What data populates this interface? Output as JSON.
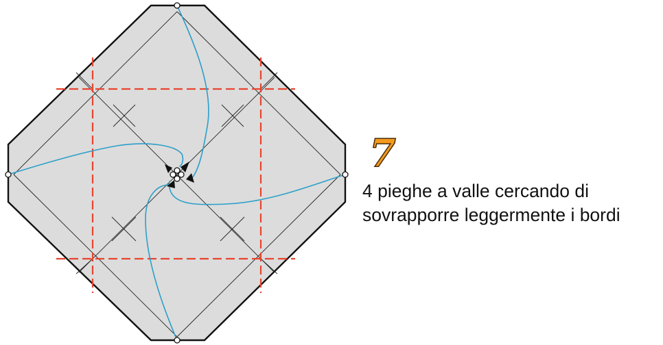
{
  "step": {
    "number": "7",
    "instruction_lines": [
      "4 pieghe a valle cercando di",
      "sovrapporre leggermente i bordi"
    ]
  },
  "colors": {
    "paper_fill": "#dcdcdc",
    "outline": "#111111",
    "crease": "#222222",
    "valley_fold": "#e8432e",
    "motion_arrow": "#2a9fc9",
    "step_number": "#f39a1e"
  },
  "fold_type": "valley",
  "fold_count": 4
}
